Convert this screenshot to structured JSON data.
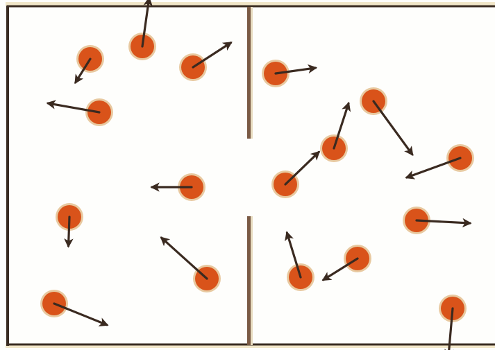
{
  "colors": {
    "background": "#fefefc",
    "frame": "#3a2c22",
    "partition": "#7a5a44",
    "rail": "#f1e6c8",
    "particle": "#d9531a",
    "particle_halo": "#e8c9a0",
    "arrow": "#3a2a20"
  },
  "particles": [
    {
      "chamber": "left",
      "direction_deg": 238
    },
    {
      "chamber": "left",
      "direction_deg": 82
    },
    {
      "chamber": "left",
      "direction_deg": 33
    },
    {
      "chamber": "left",
      "direction_deg": 170
    },
    {
      "chamber": "left",
      "direction_deg": 180
    },
    {
      "chamber": "left",
      "direction_deg": 268
    },
    {
      "chamber": "left",
      "direction_deg": 338
    },
    {
      "chamber": "left",
      "direction_deg": 138
    },
    {
      "chamber": "right",
      "direction_deg": 8
    },
    {
      "chamber": "right",
      "direction_deg": 306
    },
    {
      "chamber": "right",
      "direction_deg": 200
    },
    {
      "chamber": "right",
      "direction_deg": 72
    },
    {
      "chamber": "right",
      "direction_deg": 44
    },
    {
      "chamber": "right",
      "direction_deg": 357
    },
    {
      "chamber": "right",
      "direction_deg": 212
    },
    {
      "chamber": "right",
      "direction_deg": 107
    },
    {
      "chamber": "right",
      "direction_deg": 265
    }
  ]
}
